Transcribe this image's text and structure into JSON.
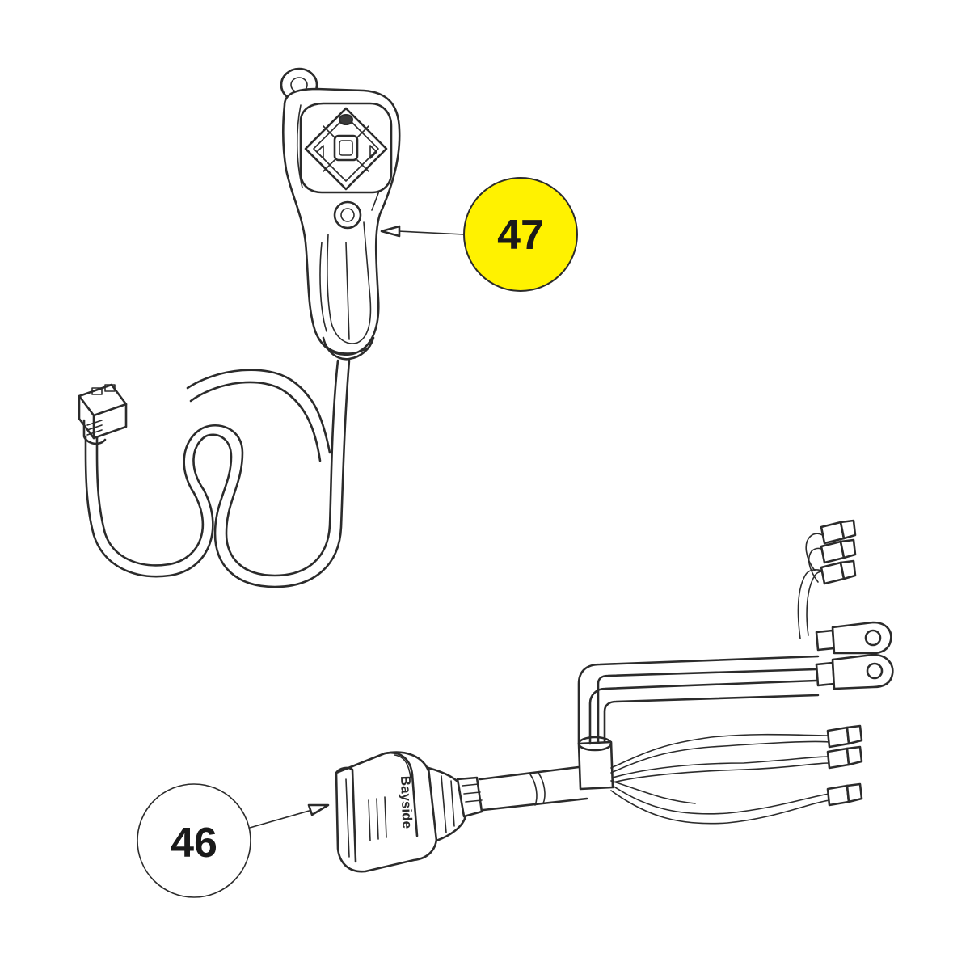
{
  "callouts": [
    {
      "label": "47",
      "fill": "#fff200",
      "part": "wired-remote-control"
    },
    {
      "label": "46",
      "fill": "#ffffff",
      "part": "control-wiring-harness"
    }
  ],
  "harness": {
    "brand_label": "Bayside"
  },
  "colors": {
    "line": "#2b2b2b",
    "highlight": "#fff200"
  }
}
